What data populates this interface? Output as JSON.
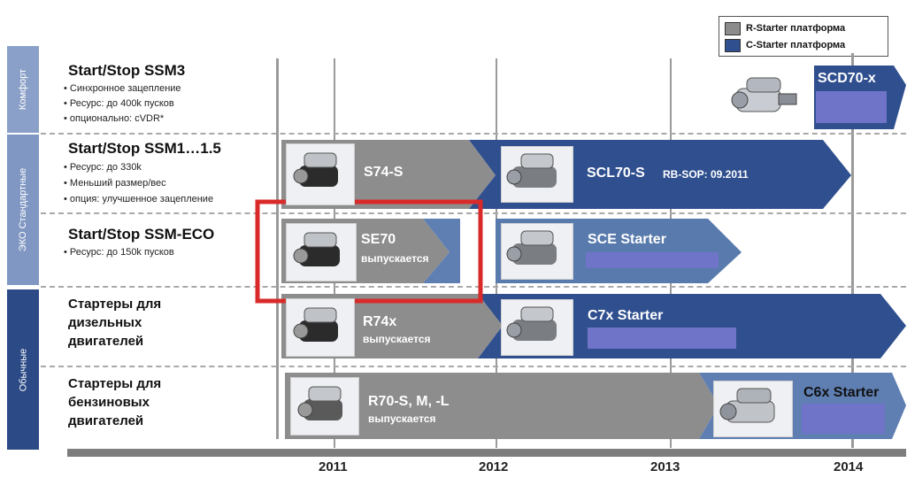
{
  "legend": {
    "r_starter": {
      "label": "R-Starter платформа",
      "color": "#8c8c8c"
    },
    "c_starter": {
      "label": "C-Starter платформа",
      "color": "#2f4f8f"
    }
  },
  "categories": [
    {
      "label": "Комфорт",
      "color": "#8aa0c8"
    },
    {
      "label": "ЭКО  Стандартные",
      "color": "#7f97c2"
    },
    {
      "label": "Обычные",
      "color": "#2b4a86"
    }
  ],
  "rows": {
    "ssm3": {
      "title": "Start/Stop SSM3",
      "bullets": [
        "• Синхронное зацепление",
        "• Ресурс: до 400k пусков",
        "• опционально: cVDR*"
      ]
    },
    "ssm1": {
      "title": "Start/Stop SSM1…1.5",
      "bullets": [
        "• Ресурс: до 330k",
        "• Меньший размер/вес",
        "• опция: улучшенное зацепление"
      ]
    },
    "eco": {
      "title": "Start/Stop SSM-ECO",
      "bullets": [
        "• Ресурс: до 150k пусков"
      ]
    },
    "diesel": {
      "title_lines": [
        "Стартеры для",
        "дизельных",
        "двигателей"
      ]
    },
    "petrol": {
      "title_lines": [
        "Стартеры для",
        "бензиновых",
        "двигателей"
      ]
    }
  },
  "bars": {
    "scd70": {
      "label": "SCD70-x"
    },
    "s74s": {
      "label": "S74-S"
    },
    "scl70s": {
      "label": "SCL70-S",
      "note": "RB-SOP: 09.2011"
    },
    "se70": {
      "label": "SE70",
      "sub": "выпускается"
    },
    "sce": {
      "label": "SCE Starter"
    },
    "r74x": {
      "label": "R74x",
      "sub": "выпускается"
    },
    "c7x": {
      "label": "C7x Starter"
    },
    "r70": {
      "label": "R70-S, M, -L",
      "sub": "выпускается"
    },
    "c6x": {
      "label": "C6x Starter"
    }
  },
  "years": [
    "2011",
    "2012",
    "2013",
    "2014"
  ],
  "highlight_color": "#d92a2a"
}
